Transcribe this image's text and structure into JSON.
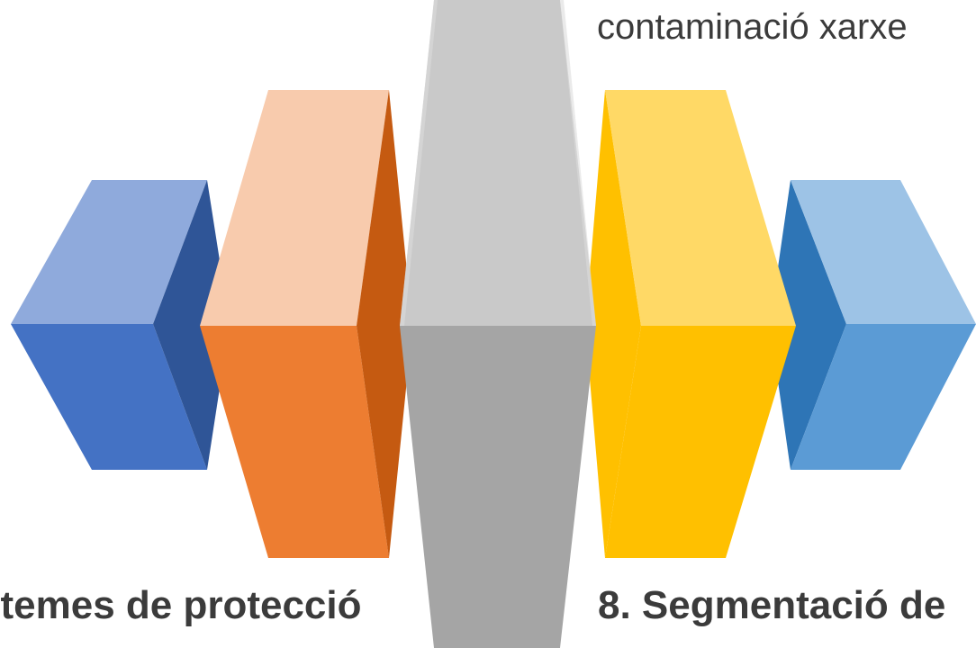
{
  "labels": {
    "top": "contaminació xarxe",
    "bottom_left": "stemes de protecció",
    "bottom_right": "8. Segmentació de"
  },
  "colors": {
    "blue_left": "#4472c4",
    "orange": "#ed7d31",
    "gray": "#a5a5a5",
    "gold": "#ffc000",
    "blue_right": "#5b9bd5",
    "text": "#3b3b3b"
  }
}
